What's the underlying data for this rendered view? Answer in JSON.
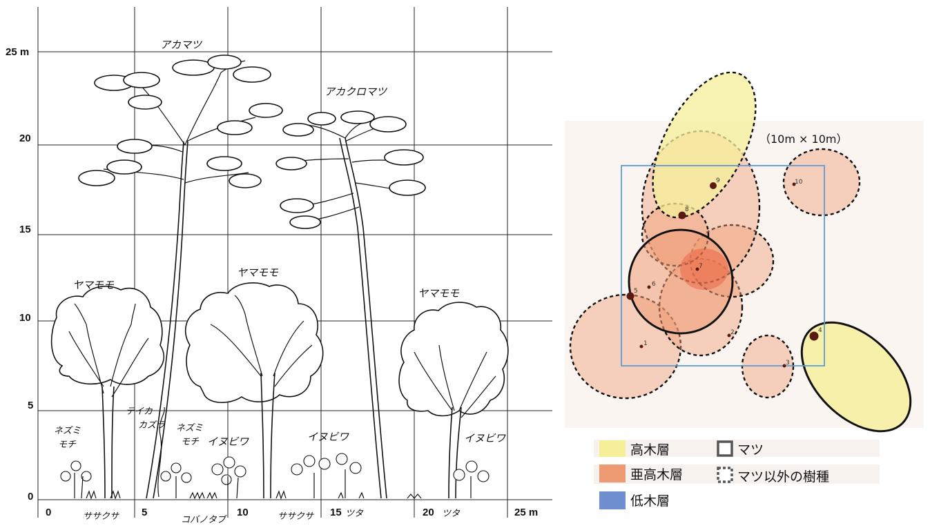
{
  "profile": {
    "y_labels": [
      "25 m",
      "20",
      "15",
      "10",
      "5",
      "0"
    ],
    "x_labels": [
      "0",
      "5",
      "10",
      "15",
      "20",
      "25 m"
    ],
    "species": {
      "akamatsu": "アカマツ",
      "akakuromatsu": "アカクロマツ",
      "yamamomo_1": "ヤマモモ",
      "yamamomo_2": "ヤマモモ",
      "yamamomo_3": "ヤマモモ",
      "nezumimochi_1": "ネズミ",
      "nezumimochi_1b": "モチ",
      "teikakazura": "テイカ",
      "teikakazura_b": "カズラ",
      "nezumimochi_2": "ネズミ",
      "nezumimochi_2b": "モチ",
      "inubiwa_1": "イヌビワ",
      "inubiwa_2": "イヌビワ",
      "inubiwa_3": "イヌビワ"
    },
    "ground": {
      "g1": "ササクサ",
      "g2": "コバノタブ",
      "g3": "ササクサ",
      "g4": "ツタ",
      "g5": "ツタ"
    }
  },
  "crown_map": {
    "plot_label": "（10m × 10m）",
    "tree_numbers": [
      "1",
      "2",
      "3",
      "4",
      "5",
      "6",
      "7",
      "8",
      "9",
      "10"
    ],
    "colors": {
      "tall": "#f5ef9a",
      "subtall": "#ee9a72",
      "low": "#6f8fd0",
      "plot_border": "#5b9bd5"
    }
  },
  "legend": {
    "tall_layer": "高木層",
    "subtall_layer": "亜高木層",
    "low_layer": "低木層",
    "pine": "マツ",
    "non_pine": "マツ以外の樹種"
  }
}
